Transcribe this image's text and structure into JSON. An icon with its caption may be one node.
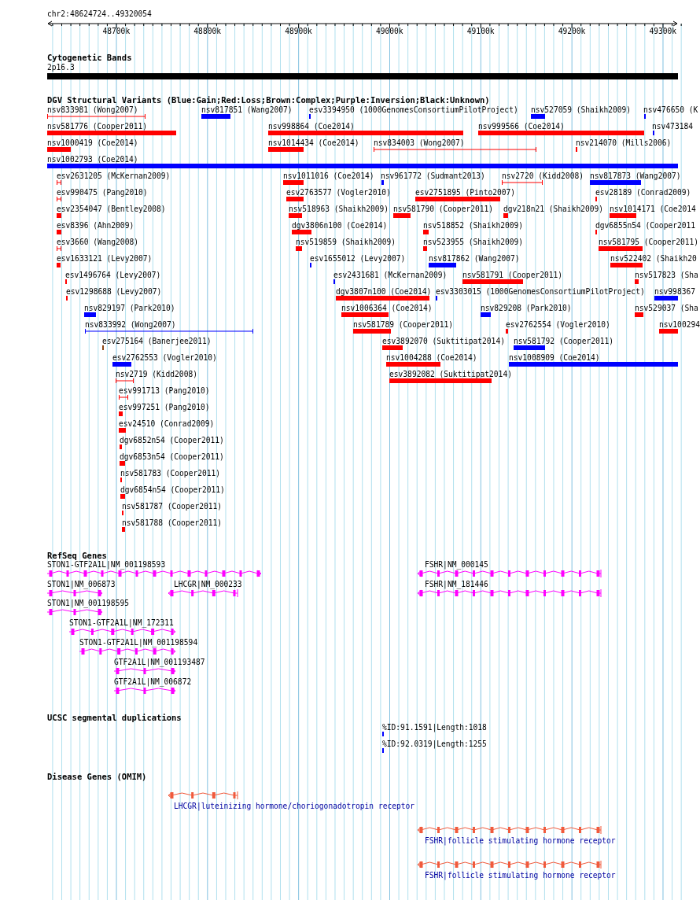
{
  "diagram": {
    "labels": [
      "chr2:48624724..49320054",
      "48700k",
      "48800k",
      "48900k",
      "49000k",
      "49100k",
      "49200k",
      "49300k",
      "Cytogenetic Bands",
      "2p16.3",
      "DGV Structural Variants (Blue:Gain;Red:Loss;Brown:Complex;Purple:Inversion;Black:Unknown)",
      "nsv833981 (Wong2007)",
      "nsv817851 (Wang2007)",
      "esv3394950 (1000GenomesConsortiumPilotProject)",
      "nsv527059 (Shaikh2009)",
      "nsv476650 (K",
      "nsv581776 (Cooper2011)",
      "nsv998864 (Coe2014)",
      "nsv999566 (Coe2014)",
      "nsv473184",
      "nsv1000419 (Coe2014)",
      "nsv1014434 (Coe2014)",
      "nsv834003 (Wong2007)",
      "nsv214070 (Mills2006)",
      "nsv1002793 (Coe2014)",
      "esv2631205 (McKernan2009)",
      "nsv1011016 (Coe2014)",
      "nsv961772 (Sudmant2013)",
      "nsv2720 (Kidd2008)",
      "nsv817873 (Wang2007)",
      "esv990475 (Pang2010)",
      "esv2763577 (Vogler2010)",
      "esv2751895 (Pinto2007)",
      "esv28189 (Conrad2009)",
      "esv2354047 (Bentley2008)",
      "nsv518963 (Shaikh2009)",
      "nsv581790 (Cooper2011)",
      "dgv218n21 (Shaikh2009)",
      "nsv1014171 (Coe2014",
      "esv8396 (Ahn2009)",
      "dgv3806n100 (Coe2014)",
      "nsv518852 (Shaikh2009)",
      "dgv6855n54 (Cooper2011",
      "esv3660 (Wang2008)",
      "nsv519859 (Shaikh2009)",
      "nsv523955 (Shaikh2009)",
      "nsv581795 (Cooper2011)",
      "esv1633121 (Levy2007)",
      "esv1655012 (Levy2007)",
      "nsv817862 (Wang2007)",
      "nsv522402 (Shaikh20",
      "esv1496764 (Levy2007)",
      "esv2431681 (McKernan2009)",
      "nsv581791 (Cooper2011)",
      "nsv517823 (Sha",
      "esv1298688 (Levy2007)",
      "dgv3807n100 (Coe2014)",
      "esv3303015 (1000GenomesConsortiumPilotProject)",
      "nsv998367",
      "nsv829197 (Park2010)",
      "nsv1006364 (Coe2014)",
      "nsv829208 (Park2010)",
      "nsv529037 (Sha",
      "nsv833992 (Wong2007)",
      "nsv581789 (Cooper2011)",
      "esv2762554 (Vogler2010)",
      "nsv100294",
      "esv275164 (Banerjee2011)",
      "esv3892070 (Suktitipat2014)",
      "nsv581792 (Cooper2011)",
      "esv2762553 (Vogler2010)",
      "nsv1004288 (Coe2014)",
      "nsv1008909 (Coe2014)",
      "nsv2719 (Kidd2008)",
      "esv3892082 (Suktitipat2014)",
      "esv991713 (Pang2010)",
      "esv997251 (Pang2010)",
      "esv24510 (Conrad2009)",
      "dgv6852n54 (Cooper2011)",
      "dgv6853n54 (Cooper2011)",
      "nsv581783 (Cooper2011)",
      "dgv6854n54 (Cooper2011)",
      "nsv581787 (Cooper2011)",
      "nsv581788 (Cooper2011)",
      "RefSeq Genes",
      "STON1-GTF2A1L|NM_001198593",
      "FSHR|NM_000145",
      "STON1|NM_006873",
      "LHCGR|NM_000233",
      "FSHR|NM_181446",
      "STON1|NM_001198595",
      "STON1-GTF2A1L|NM_172311",
      "STON1-GTF2A1L|NM_001198594",
      "GTF2A1L|NM_001193487",
      "GTF2A1L|NM_006872",
      "UCSC segmental duplications",
      "%ID:91.1591|Length:1018",
      "%ID:92.0319|Length:1255",
      "Disease Genes (OMIM)",
      "LHCGR|luteinizing hormone/choriogonadotropin receptor",
      "FSHR|follicle stimulating hormone receptor",
      "FSHR|follicle stimulating hormone receptor"
    ]
  }
}
